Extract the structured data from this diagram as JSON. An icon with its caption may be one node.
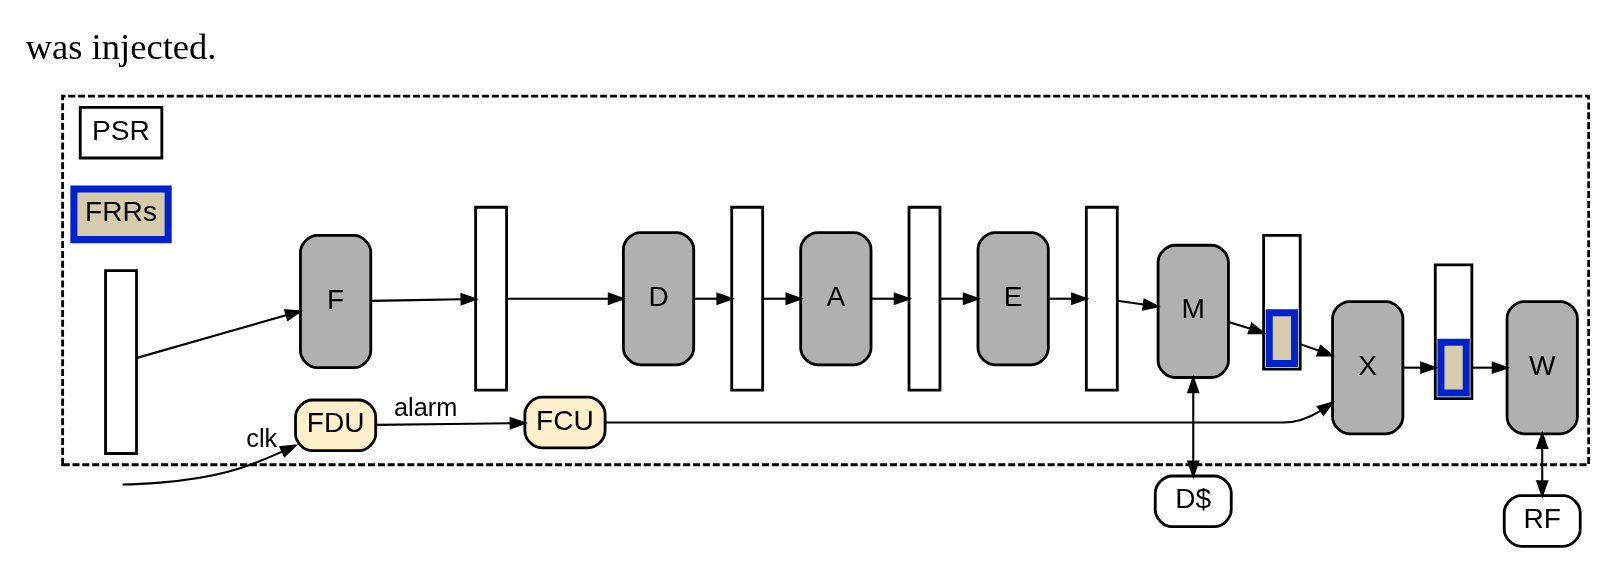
{
  "diagram": {
    "nodes": [
      {
        "text": [
          "D$"
        ]
      },
      {
        "text": [
          "RF"
        ]
      },
      {
        "text": [],
        "shape": "box"
      },
      {
        "text": [
          "PSR"
        ],
        "in": 2
      },
      {
        "text": [
          "FRRs"
        ],
        "in": 2
      },
      {
        "text": [],
        "shape": "box",
        "in": 2
      },
      {
        "text": [
          "F"
        ],
        "in": 2
      },
      {
        "text": [],
        "shape": "box",
        "in": 2
      },
      {
        "text": [
          "D"
        ],
        "in": 2
      },
      {
        "text": [],
        "shape": "box",
        "in": 2
      },
      {
        "text": [
          "A"
        ],
        "in": 2
      },
      {
        "text": [],
        "shape": "box",
        "in": 2
      },
      {
        "text": [
          "E"
        ],
        "in": 2
      },
      {
        "text": [],
        "shape": "box",
        "in": 2
      },
      {
        "text": [
          "M"
        ],
        "in": 2
      },
      {
        "text": [],
        "shape": "box",
        "in": 2
      },
      {
        "text": [],
        "shape": "box",
        "in": 15
      },
      {
        "text": [
          "X"
        ],
        "in": 2
      },
      {
        "text": [],
        "shape": "box",
        "in": 2
      },
      {
        "text": [],
        "shape": "box",
        "in": 18
      },
      {
        "text": [
          "W"
        ],
        "in": 2
      },
      {
        "text": [
          "FDU"
        ],
        "in": 2
      },
      {
        "text": [
          "FCU"
        ],
        "in": 2
      }
    ],
    "edges": [
      {
        "from": 5,
        "to": 6,
        "arrow": "to"
      },
      {
        "from": 6,
        "to": 7,
        "arrow": "to"
      },
      {
        "from": 7,
        "to": 8,
        "arrow": "to"
      },
      {
        "from": 8,
        "to": 9,
        "arrow": "to"
      },
      {
        "from": 9,
        "to": 10,
        "arrow": "to"
      },
      {
        "from": 10,
        "to": 11,
        "arrow": "to"
      },
      {
        "from": 11,
        "to": 12,
        "arrow": "to"
      },
      {
        "from": 12,
        "to": 13,
        "arrow": "to"
      },
      {
        "from": 13,
        "to": 14,
        "arrow": "to"
      },
      {
        "from": 14,
        "to": 15,
        "arrow": "to"
      },
      {
        "from": 15,
        "to": 17,
        "arrow": "to"
      },
      {
        "from": 17,
        "to": 18,
        "arrow": "to"
      },
      {
        "from": 18,
        "to": 20,
        "arrow": "to"
      },
      {
        "from": 0,
        "to": 14,
        "arrow": "both"
      },
      {
        "from": 1,
        "to": 20,
        "arrow": "both"
      },
      {
        "from": null,
        "to": 21,
        "arrow": "to",
        "label": "clk"
      },
      {
        "from": 21,
        "to": 22,
        "arrow": "to",
        "label": "alarm"
      },
      {
        "from": 22,
        "to": 17,
        "arrow": "to"
      }
    ],
    "labels": [
      "was injected."
    ]
  }
}
